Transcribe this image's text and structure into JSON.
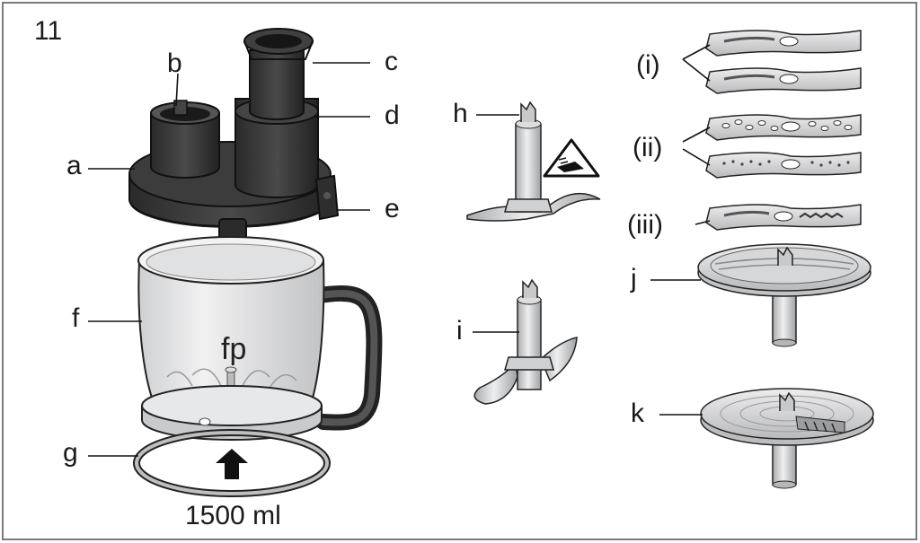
{
  "figure_number": "11",
  "parts": {
    "a": "a",
    "b": "b",
    "c": "c",
    "d": "d",
    "e": "e",
    "f": "f",
    "g": "g",
    "h": "h",
    "i": "i",
    "j": "j",
    "k": "k"
  },
  "blade_groups": {
    "slicing": "(i)",
    "shredding": "(ii)",
    "grating": "(iii)"
  },
  "bowl_marking": "fp",
  "bowl_capacity": "1500 ml",
  "warning_icon": "sharp-blade-warning-icon",
  "colors": {
    "lid": "#3a3a3a",
    "lid_dark": "#262626",
    "outline": "#222222",
    "metal": "#c9cacc",
    "bowl": "#e4e5e6",
    "frame": "#7a7a7a"
  }
}
